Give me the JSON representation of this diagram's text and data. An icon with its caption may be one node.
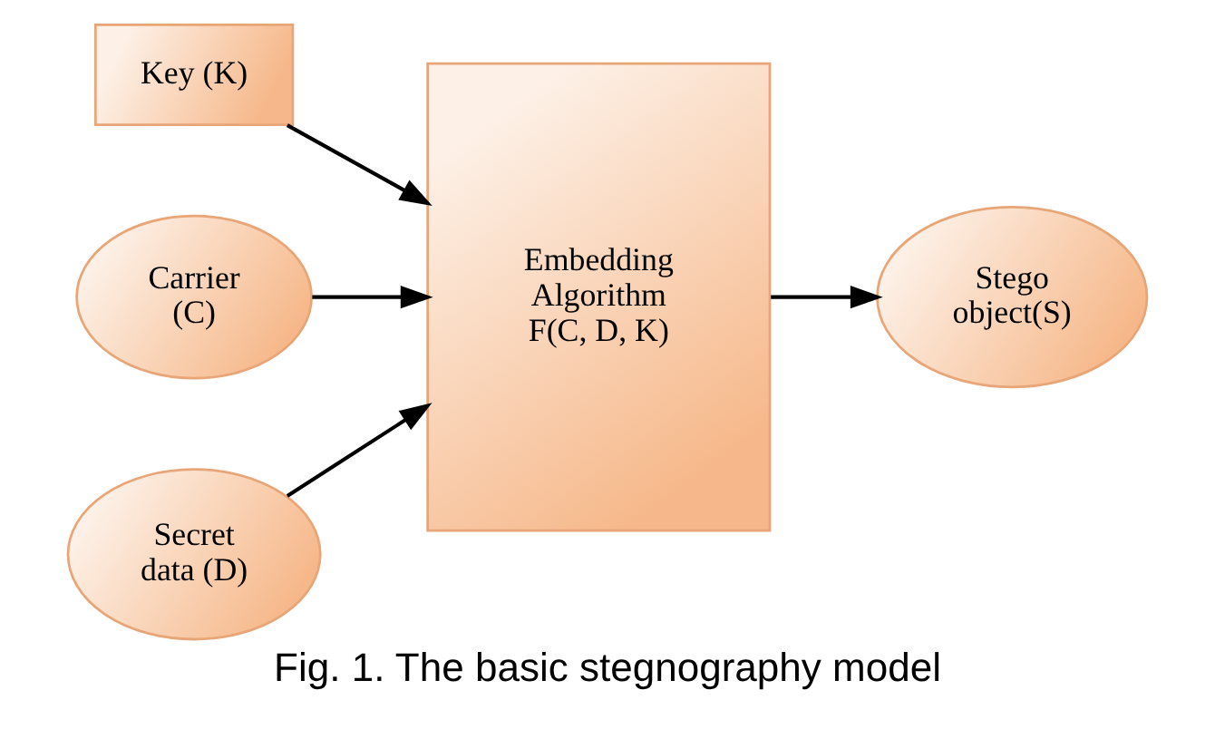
{
  "diagram": {
    "caption": "Fig. 1. The basic stegnography model",
    "nodes": [
      {
        "text": [
          "Key (K)"
        ]
      },
      {
        "text": [
          "Carrier (C)"
        ]
      },
      {
        "text": [
          "Embedding Algorithm F(C, D, K)"
        ]
      },
      {
        "text": [
          "Stego object(S)"
        ]
      },
      {
        "text": [
          "Secret data (D)"
        ]
      }
    ],
    "edges": [
      {
        "from": 0,
        "to": 2,
        "arrow": "to"
      },
      {
        "from": 1,
        "to": 2,
        "arrow": "to"
      },
      {
        "from": 4,
        "to": 2,
        "arrow": "to"
      },
      {
        "from": 2,
        "to": 3,
        "arrow": "to"
      }
    ]
  }
}
